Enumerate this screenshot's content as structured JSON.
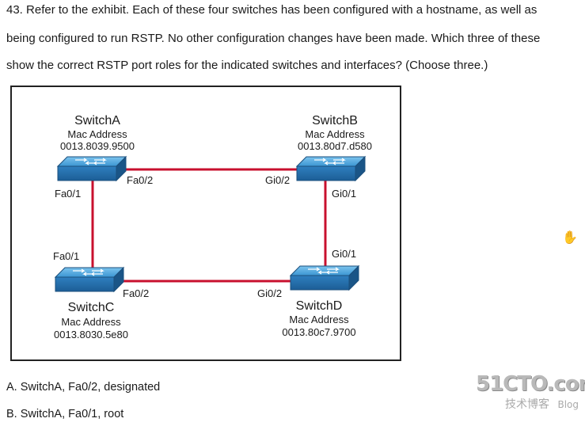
{
  "question": {
    "line1": "43. Refer to the exhibit. Each of these four switches has been configured with a hostname, as well as",
    "line2": "being configured to run RSTP. No other configuration changes have been made. Which three of these",
    "line3": "show the correct RSTP port roles for the indicated switches and interfaces? (Choose three.)"
  },
  "exhibit": {
    "switches": [
      {
        "name": "SwitchA",
        "mac_label": "Mac Address",
        "mac": "0013.8039.9500"
      },
      {
        "name": "SwitchB",
        "mac_label": "Mac Address",
        "mac": "0013.80d7.d580"
      },
      {
        "name": "SwitchC",
        "mac_label": "Mac Address",
        "mac": "0013.8030.5e80"
      },
      {
        "name": "SwitchD",
        "mac_label": "Mac Address",
        "mac": "0013.80c7.9700"
      }
    ],
    "ports": {
      "a_fa02": "Fa0/2",
      "a_fa01": "Fa0/1",
      "b_gi02": "Gi0/2",
      "b_gi01": "Gi0/1",
      "c_fa01": "Fa0/1",
      "c_fa02": "Fa0/2",
      "d_gi01": "Gi0/1",
      "d_gi02": "Gi0/2"
    },
    "link_color": "#c8102e",
    "switch_color": "#2a86c8"
  },
  "answers": [
    "A. SwitchA, Fa0/2, designated",
    "B. SwitchA, Fa0/1, root"
  ],
  "watermark": {
    "logo": "51CTO.com",
    "sub": "技术博客",
    "blog": "Blog"
  },
  "icons": {
    "cursor": "hand-cursor-icon"
  }
}
